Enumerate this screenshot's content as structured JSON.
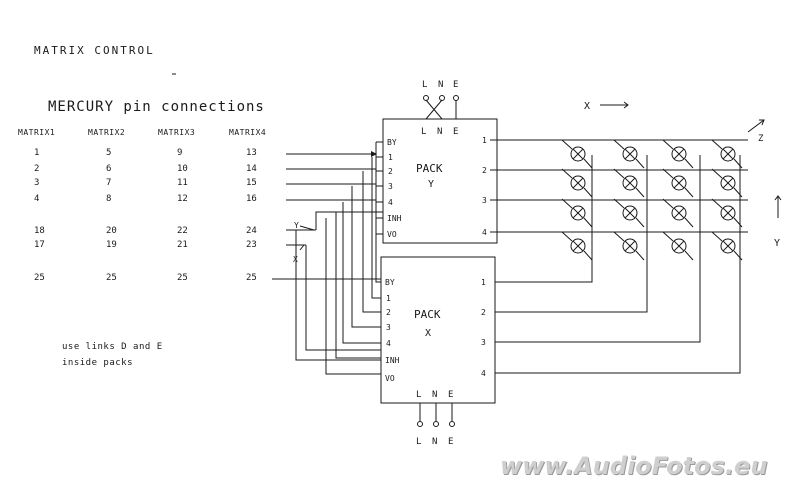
{
  "title": "MATRIX CONTROL",
  "subtitle": "MERCURY pin connections",
  "table": {
    "headers": [
      "MATRIX1",
      "MATRIX2",
      "MATRIX3",
      "MATRIX4"
    ],
    "rows": [
      [
        "1",
        "5",
        "9",
        "13"
      ],
      [
        "2",
        "6",
        "10",
        "14"
      ],
      [
        "3",
        "7",
        "11",
        "15"
      ],
      [
        "4",
        "8",
        "12",
        "16"
      ],
      [
        "18",
        "20",
        "22",
        "24"
      ],
      [
        "17",
        "19",
        "21",
        "23"
      ],
      [
        "25",
        "25",
        "25",
        "25"
      ]
    ]
  },
  "note": {
    "line1": "use links D and E",
    "line2": "inside packs"
  },
  "pack_y": {
    "name": "PACK",
    "axis": "Y",
    "top_pins": [
      "L",
      "N",
      "E"
    ],
    "left_pins": [
      "BY",
      "1",
      "2",
      "3",
      "4",
      "INH",
      "VO"
    ],
    "right_pins": [
      "1",
      "2",
      "3",
      "4"
    ]
  },
  "pack_x": {
    "name": "PACK",
    "axis": "X",
    "bottom_pins": [
      "L",
      "N",
      "E"
    ],
    "left_pins": [
      "BY",
      "1",
      "2",
      "3",
      "4",
      "INH",
      "VO"
    ],
    "right_pins": [
      "1",
      "2",
      "3",
      "4"
    ]
  },
  "supply_top": [
    "L",
    "N",
    "E"
  ],
  "supply_bottom": [
    "L",
    "N",
    "E"
  ],
  "wire_labels": {
    "y": "Y",
    "x": "X"
  },
  "axis_labels": {
    "x": "X",
    "y": "Y",
    "z": "Z"
  },
  "watermark": "www.AudioFotos.eu"
}
